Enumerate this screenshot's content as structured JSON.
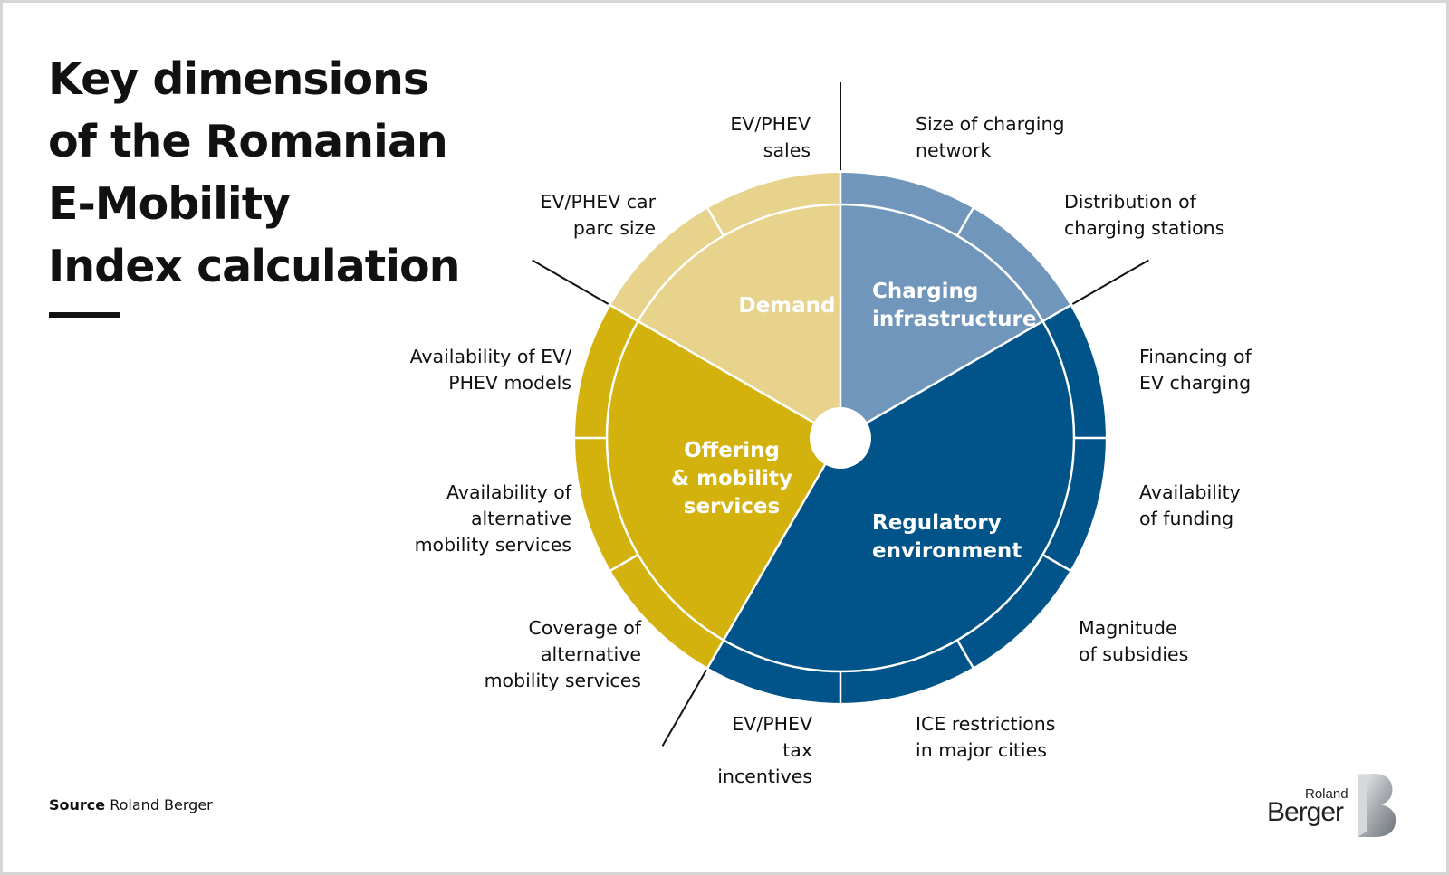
{
  "title": {
    "lines": [
      "Key dimensions",
      "of the Romanian",
      "E-Mobility",
      "Index calculation"
    ]
  },
  "segments": {
    "demand": "Demand",
    "charging": [
      "Charging",
      "infrastructure"
    ],
    "regulatory": [
      "Regulatory",
      "environment"
    ],
    "offering": [
      "Offering",
      "& mobility",
      "services"
    ]
  },
  "colors": {
    "demand": "#e8d38c",
    "charging": "#7096bb",
    "regulatory": "#005489",
    "offering": "#d3b20e"
  },
  "labels": {
    "ev_phev_sales": [
      "EV/PHEV",
      "sales"
    ],
    "ev_phev_car_parc": [
      "EV/PHEV car",
      "parc size"
    ],
    "size_of_charging_network": [
      "Size of charging",
      "network"
    ],
    "distribution_of_charging_stations": [
      "Distribution of",
      "charging stations"
    ],
    "availability_ev_phev_models": [
      "Availability of EV/",
      "PHEV models"
    ],
    "availability_alt_mobility": [
      "Availability of",
      "alternative",
      "mobility services"
    ],
    "coverage_alt_mobility": [
      "Coverage of",
      "alternative",
      "mobility services"
    ],
    "financing_ev_charging": [
      "Financing of",
      "EV charging"
    ],
    "availability_of_funding": [
      "Availability",
      "of funding"
    ],
    "magnitude_of_subsidies": [
      "Magnitude",
      "of subsidies"
    ],
    "ev_phev_tax_incentives": [
      "EV/PHEV",
      "tax",
      "incentives"
    ],
    "ice_restrictions": [
      "ICE restrictions",
      "in major cities"
    ]
  },
  "source": {
    "label": "Source",
    "value": "Roland Berger"
  },
  "logo": {
    "small": "Roland",
    "big": "Berger",
    "mark": "B"
  }
}
